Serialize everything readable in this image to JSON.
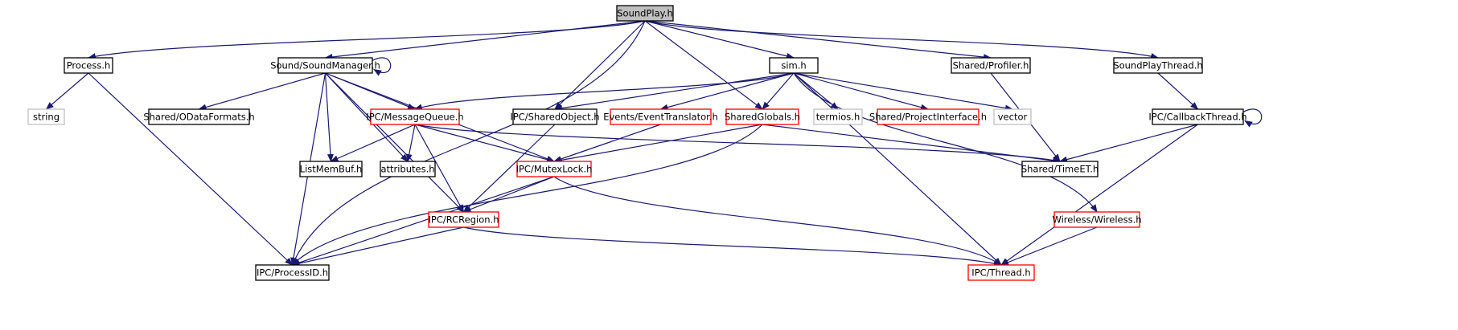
{
  "colors": {
    "edge": "#191970",
    "border_default": "#000000",
    "border_truncated": "#ff0000",
    "border_system": "#bfbfbf",
    "fill_root": "#bfbfbf",
    "fill_default": "#ffffff"
  },
  "nodes": [
    {
      "id": "soundplay",
      "label": "SoundPlay.h",
      "kind": "root"
    },
    {
      "id": "process",
      "label": "Process.h",
      "kind": "default"
    },
    {
      "id": "soundmanager",
      "label": "Sound/SoundManager.h",
      "kind": "default"
    },
    {
      "id": "sim",
      "label": "sim.h",
      "kind": "default"
    },
    {
      "id": "profiler",
      "label": "Shared/Profiler.h",
      "kind": "default"
    },
    {
      "id": "soundplaythread",
      "label": "SoundPlayThread.h",
      "kind": "default"
    },
    {
      "id": "string",
      "label": "string",
      "kind": "system"
    },
    {
      "id": "odataformats",
      "label": "Shared/ODataFormats.h",
      "kind": "default"
    },
    {
      "id": "messagequeue",
      "label": "IPC/MessageQueue.h",
      "kind": "truncated"
    },
    {
      "id": "sharedobject",
      "label": "IPC/SharedObject.h",
      "kind": "default"
    },
    {
      "id": "eventtranslator",
      "label": "Events/EventTranslator.h",
      "kind": "truncated"
    },
    {
      "id": "sharedglobals",
      "label": "SharedGlobals.h",
      "kind": "truncated"
    },
    {
      "id": "termios",
      "label": "termios.h",
      "kind": "system"
    },
    {
      "id": "projectinterface",
      "label": "Shared/ProjectInterface.h",
      "kind": "truncated"
    },
    {
      "id": "vector",
      "label": "vector",
      "kind": "system"
    },
    {
      "id": "callbackthread",
      "label": "IPC/CallbackThread.h",
      "kind": "default"
    },
    {
      "id": "listmembuf",
      "label": "ListMemBuf.h",
      "kind": "default"
    },
    {
      "id": "attributes",
      "label": "attributes.h",
      "kind": "default"
    },
    {
      "id": "mutexlock",
      "label": "IPC/MutexLock.h",
      "kind": "truncated"
    },
    {
      "id": "timeet",
      "label": "Shared/TimeET.h",
      "kind": "default"
    },
    {
      "id": "rcregion",
      "label": "IPC/RCRegion.h",
      "kind": "truncated"
    },
    {
      "id": "wireless",
      "label": "Wireless/Wireless.h",
      "kind": "truncated"
    },
    {
      "id": "processid",
      "label": "IPC/ProcessID.h",
      "kind": "default"
    },
    {
      "id": "thread",
      "label": "IPC/Thread.h",
      "kind": "truncated"
    }
  ],
  "edges": [
    [
      "soundplay",
      "process"
    ],
    [
      "soundplay",
      "soundmanager"
    ],
    [
      "soundplay",
      "sharedobject"
    ],
    [
      "soundplay",
      "sharedglobals"
    ],
    [
      "soundplay",
      "sim"
    ],
    [
      "soundplay",
      "profiler"
    ],
    [
      "soundplay",
      "soundplaythread"
    ],
    [
      "soundplay",
      "processid"
    ],
    [
      "process",
      "string"
    ],
    [
      "process",
      "processid"
    ],
    [
      "soundmanager",
      "soundmanager"
    ],
    [
      "soundmanager",
      "odataformats"
    ],
    [
      "soundmanager",
      "messagequeue"
    ],
    [
      "soundmanager",
      "listmembuf"
    ],
    [
      "soundmanager",
      "attributes"
    ],
    [
      "soundmanager",
      "mutexlock"
    ],
    [
      "soundmanager",
      "rcregion"
    ],
    [
      "soundmanager",
      "processid"
    ],
    [
      "sim",
      "messagequeue"
    ],
    [
      "sim",
      "sharedobject"
    ],
    [
      "sim",
      "eventtranslator"
    ],
    [
      "sim",
      "sharedglobals"
    ],
    [
      "sim",
      "termios"
    ],
    [
      "sim",
      "projectinterface"
    ],
    [
      "sim",
      "vector"
    ],
    [
      "sim",
      "thread"
    ],
    [
      "sim",
      "wireless"
    ],
    [
      "profiler",
      "timeet"
    ],
    [
      "soundplaythread",
      "callbackthread"
    ],
    [
      "callbackthread",
      "callbackthread"
    ],
    [
      "callbackthread",
      "timeet"
    ],
    [
      "callbackthread",
      "thread"
    ],
    [
      "messagequeue",
      "listmembuf"
    ],
    [
      "messagequeue",
      "attributes"
    ],
    [
      "messagequeue",
      "mutexlock"
    ],
    [
      "messagequeue",
      "rcregion"
    ],
    [
      "messagequeue",
      "timeet"
    ],
    [
      "sharedobject",
      "rcregion"
    ],
    [
      "eventtranslator",
      "mutexlock"
    ],
    [
      "sharedglobals",
      "mutexlock"
    ],
    [
      "sharedglobals",
      "timeet"
    ],
    [
      "sharedglobals",
      "processid"
    ],
    [
      "mutexlock",
      "rcregion"
    ],
    [
      "mutexlock",
      "processid"
    ],
    [
      "mutexlock",
      "thread"
    ],
    [
      "rcregion",
      "processid"
    ],
    [
      "rcregion",
      "thread"
    ],
    [
      "wireless",
      "thread"
    ]
  ]
}
